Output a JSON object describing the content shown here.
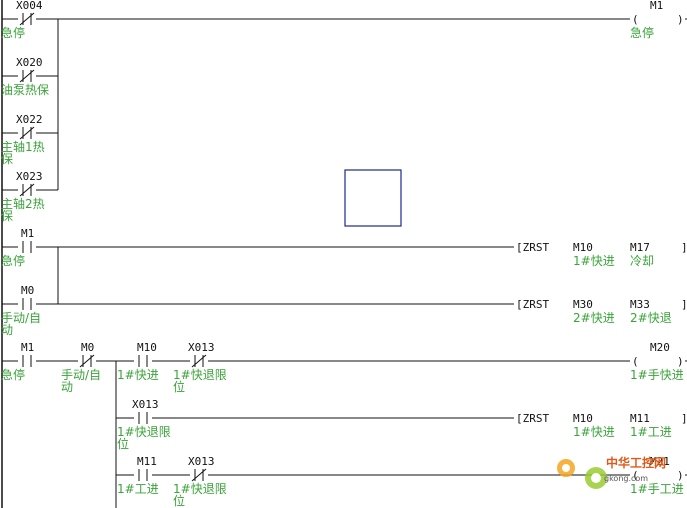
{
  "contacts": [
    {
      "id": "x004",
      "addr": "X004",
      "lines": [
        "急停"
      ],
      "type": "nc"
    },
    {
      "id": "x020",
      "addr": "X020",
      "lines": [
        "油泵热保"
      ],
      "type": "nc"
    },
    {
      "id": "x022",
      "addr": "X022",
      "lines": [
        "主轴1热",
        "保"
      ],
      "type": "nc"
    },
    {
      "id": "x023",
      "addr": "X023",
      "lines": [
        "主轴2热",
        "保"
      ],
      "type": "nc"
    },
    {
      "id": "m1-b",
      "addr": "M1",
      "lines": [
        "急停"
      ],
      "type": "no"
    },
    {
      "id": "m0-b",
      "addr": "M0",
      "lines": [
        "手动/自",
        "动"
      ],
      "type": "no"
    },
    {
      "id": "m1-c",
      "addr": "M1",
      "lines": [
        "急停"
      ],
      "type": "no"
    },
    {
      "id": "m0-c",
      "addr": "M0",
      "lines": [
        "手动/自",
        "动"
      ],
      "type": "nc"
    },
    {
      "id": "m10-c",
      "addr": "M10",
      "lines": [
        "1#快进"
      ],
      "type": "no"
    },
    {
      "id": "x013-c",
      "addr": "X013",
      "lines": [
        "1#快退限",
        "位"
      ],
      "type": "nc"
    },
    {
      "id": "x013-d",
      "addr": "X013",
      "lines": [
        "1#快退限",
        "位"
      ],
      "type": "no"
    },
    {
      "id": "m11-e",
      "addr": "M11",
      "lines": [
        "1#工进"
      ],
      "type": "no"
    },
    {
      "id": "x013-e",
      "addr": "X013",
      "lines": [
        "1#快退限",
        "位"
      ],
      "type": "nc"
    }
  ],
  "coils": [
    {
      "id": "m1-coil",
      "addr": "M1",
      "lines": [
        "急停"
      ]
    },
    {
      "id": "m20-coil",
      "addr": "M20",
      "lines": [
        "1#手快进"
      ]
    },
    {
      "id": "m21-coil",
      "addr": "M21",
      "lines": [
        "1#手工进"
      ]
    }
  ],
  "instructions": [
    {
      "id": "zrst-1",
      "cmd": "[ZRST",
      "op1": "M10",
      "c1": "1#快进",
      "op2": "M17",
      "c2": "冷却",
      "end": "]"
    },
    {
      "id": "zrst-2",
      "cmd": "[ZRST",
      "op1": "M30",
      "c1": "2#快进",
      "op2": "M33",
      "c2": "2#快退",
      "end": "]"
    },
    {
      "id": "zrst-3",
      "cmd": "[ZRST",
      "op1": "M10",
      "c1": "1#快进",
      "op2": "M11",
      "c2": "1#工进",
      "end": "]"
    }
  ],
  "watermark": {
    "brand": "中华工控网",
    "url": "gkong.com"
  },
  "colors": {
    "line": "#111111",
    "comment": "#3aa33a",
    "cursor": "#1a2a8a"
  }
}
